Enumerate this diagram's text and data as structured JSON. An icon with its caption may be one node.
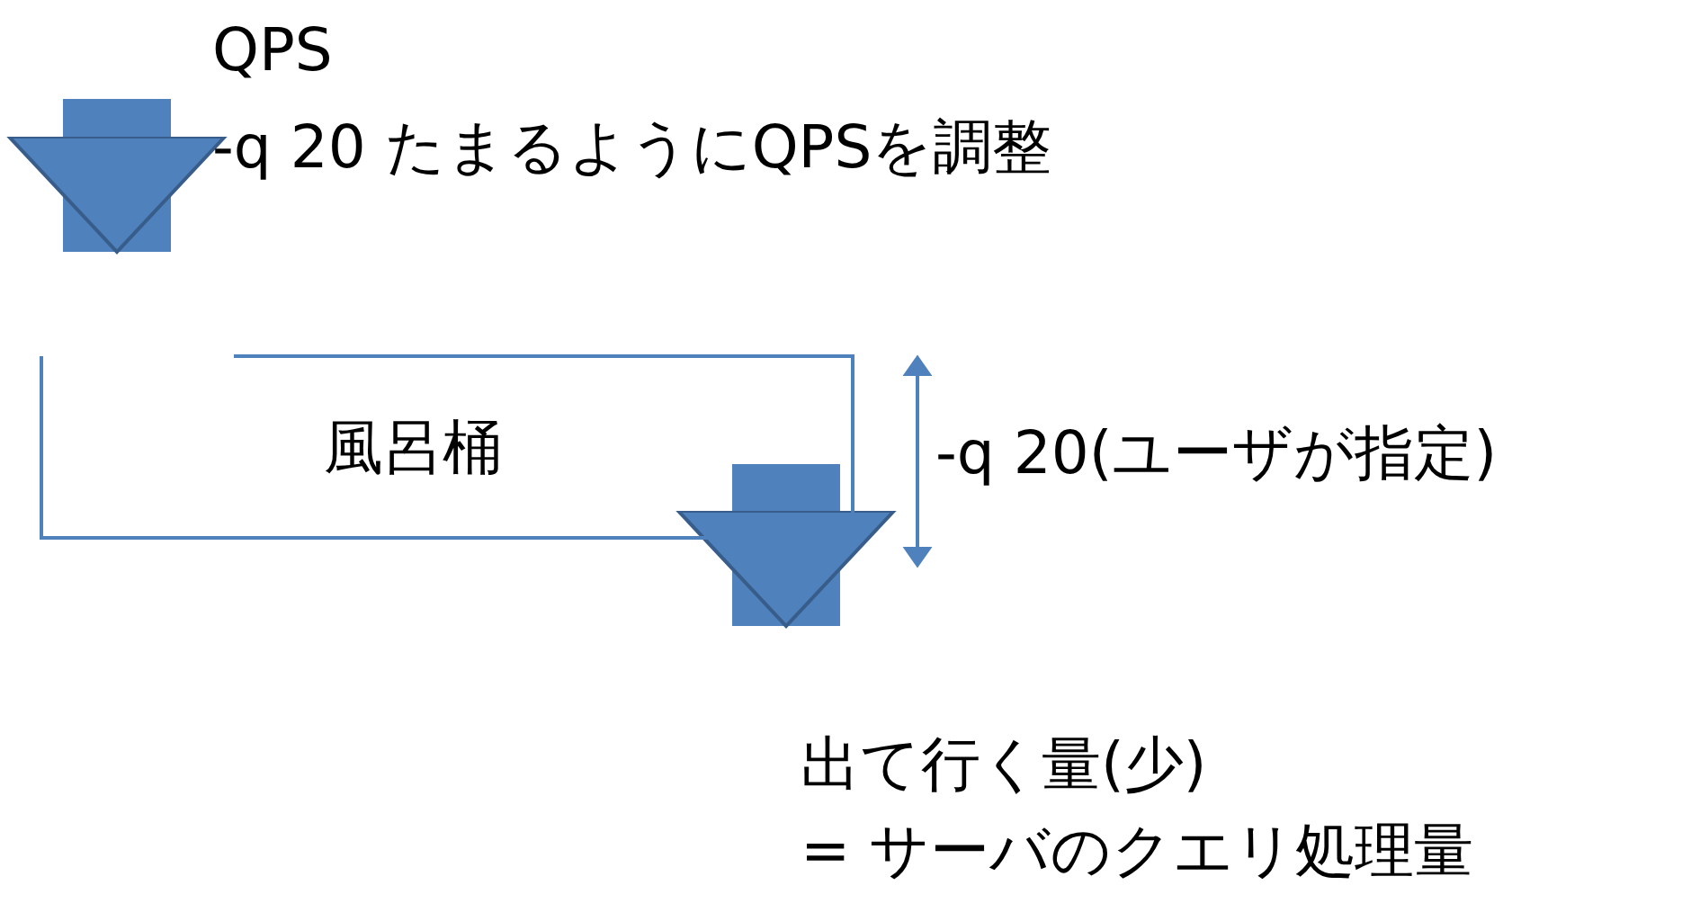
{
  "diagram": {
    "nodes": [
      {
        "text": [
          "風呂桶"
        ]
      },
      {
        "text": [
          "出て行く量(少)",
          "= サーバのクエリ処理量"
        ]
      }
    ],
    "edges": [
      {
        "from": null,
        "to": 0,
        "arrow": "to"
      },
      {
        "from": 0,
        "to": 1,
        "arrow": "to"
      }
    ],
    "labels": [
      "QPS",
      "-q 20 たまるようにQPSを調整",
      "-q 20(ユーザが指定)"
    ]
  }
}
